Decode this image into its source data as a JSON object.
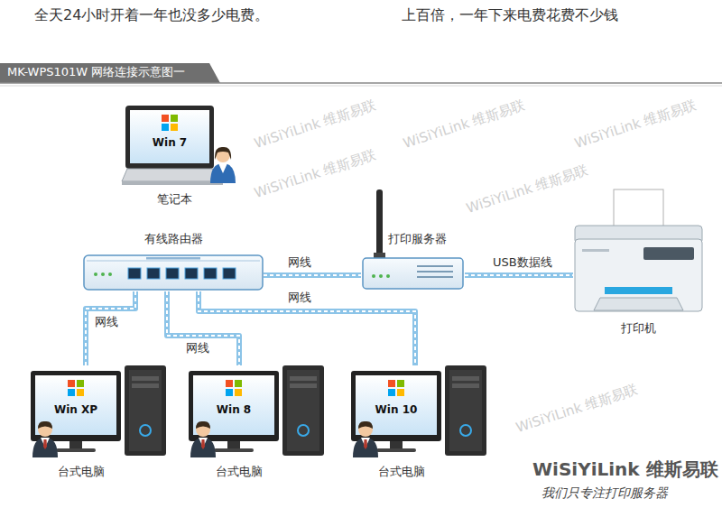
{
  "diagram": {
    "title": "MK-WPS101W 网络连接示意图一",
    "nodes": [
      {
        "text": [
          "Win 7",
          "笔记本"
        ]
      },
      {
        "text": [
          "有线路由器"
        ]
      },
      {
        "text": [
          "打印服务器"
        ]
      },
      {
        "text": [
          "打印机"
        ]
      },
      {
        "text": [
          "Win XP",
          "台式电脑"
        ]
      },
      {
        "text": [
          "Win 8",
          "台式电脑"
        ]
      },
      {
        "text": [
          "Win 10",
          "台式电脑"
        ]
      }
    ],
    "edges": [
      {
        "from": 1,
        "to": 2,
        "arrow": "none",
        "label": "网线"
      },
      {
        "from": 2,
        "to": 3,
        "arrow": "none",
        "label": "USB数据线"
      },
      {
        "from": 1,
        "to": 4,
        "arrow": "none",
        "label": "网线"
      },
      {
        "from": 1,
        "to": 5,
        "arrow": "none",
        "label": "网线"
      },
      {
        "from": 1,
        "to": 6,
        "arrow": "none",
        "label": "网线"
      }
    ],
    "labels": [
      "全天24小时开着一年也没多少电费。",
      "上百倍，一年下来电费花费不少钱",
      "WiSiYiLink 维斯易联",
      "我们只专注打印服务器",
      "WiSiYiLink 维斯易联",
      "WiSiYiLink 维斯易联",
      "WiSiYiLink 维斯易联",
      "WiSiYiLink 维斯易联",
      "WiSiYiLink 维斯易联",
      "WiSiYiLink 维斯易联"
    ]
  }
}
